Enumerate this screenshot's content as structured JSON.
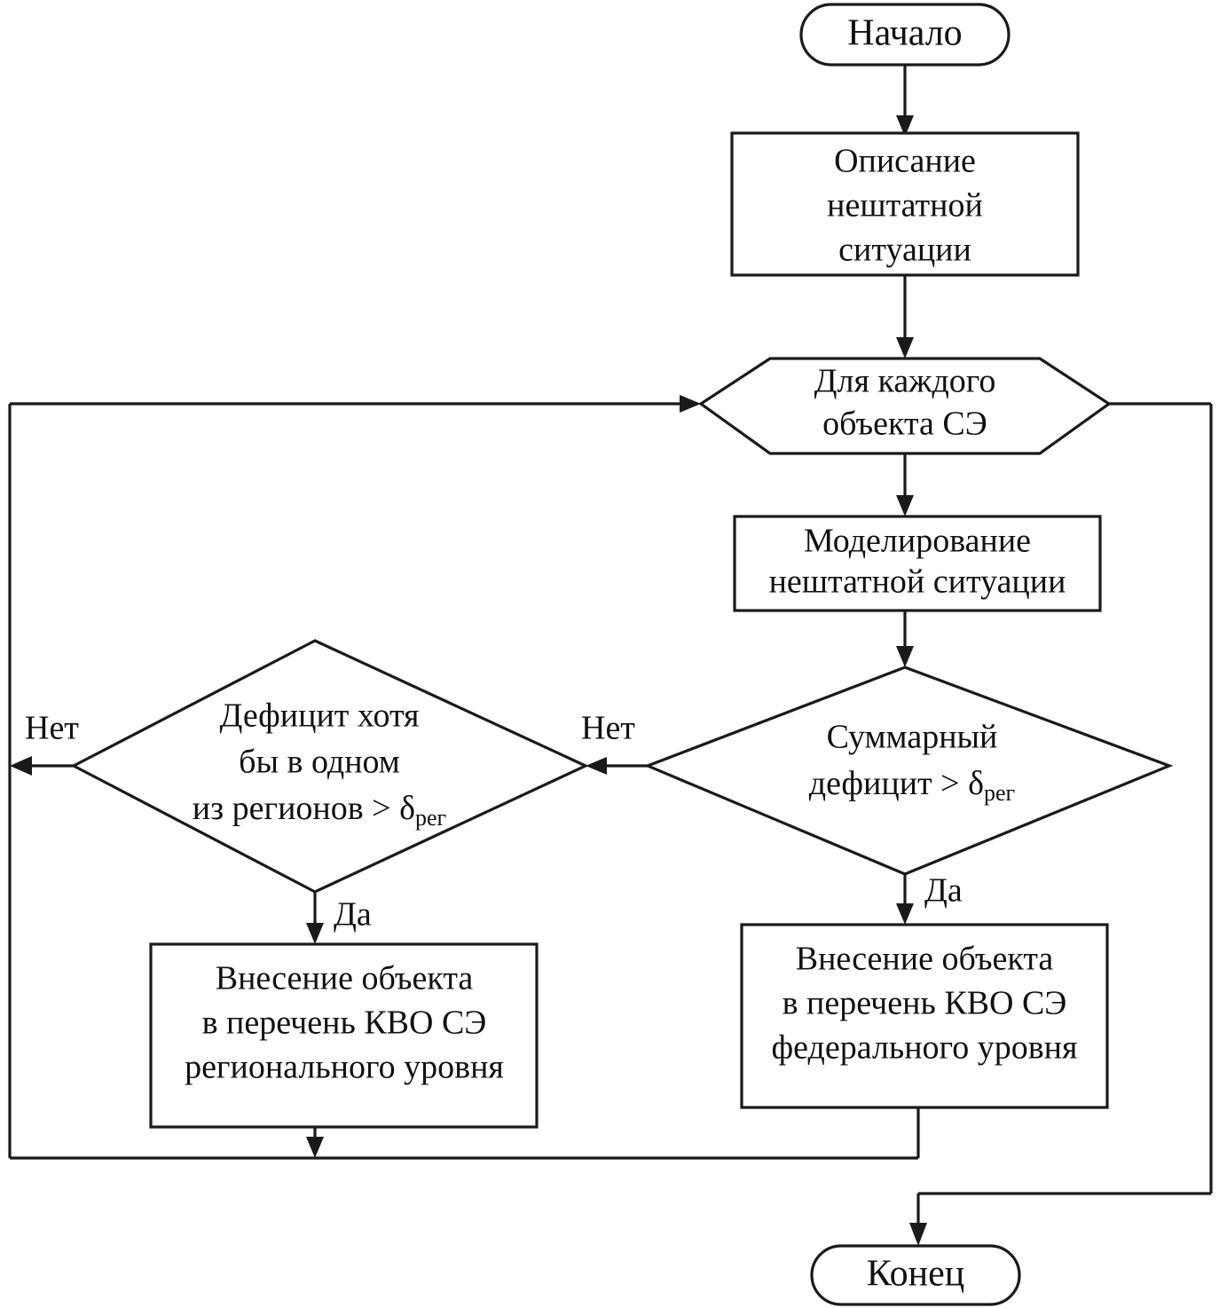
{
  "diagram": {
    "type": "flowchart",
    "orientation": "top-to-bottom",
    "language": "ru",
    "line_color": "#1a1a1a",
    "fill_color": "#ffffff",
    "nodes": {
      "start": {
        "shape": "terminator",
        "label": "Начало"
      },
      "describe": {
        "shape": "process",
        "lines": [
          "Описание",
          "нештатной",
          "ситуации"
        ]
      },
      "loop": {
        "shape": "hexagon",
        "lines": [
          "Для каждого",
          "объекта СЭ"
        ]
      },
      "model": {
        "shape": "process",
        "lines": [
          "Моделирование",
          "нештатной ситуации"
        ]
      },
      "decision_total": {
        "shape": "decision",
        "line1": "Суммарный",
        "line2_prefix": "дефицит > δ",
        "line2_sub": "рег"
      },
      "decision_region": {
        "shape": "decision",
        "line1": "Дефицит хотя",
        "line2": "бы в одном",
        "line3_prefix": "из регионов > δ",
        "line3_sub": "рег"
      },
      "add_regional": {
        "shape": "process",
        "lines": [
          "Внесение объекта",
          "в перечень КВО СЭ",
          "регионального уровня"
        ]
      },
      "add_federal": {
        "shape": "process",
        "lines": [
          "Внесение объекта",
          "в перечень КВО СЭ",
          "федерального уровня"
        ]
      },
      "end": {
        "shape": "terminator",
        "label": "Конец"
      }
    },
    "edge_labels": {
      "no_left": "Нет",
      "no_middle": "Нет",
      "yes_left": "Да",
      "yes_right": "Да"
    }
  }
}
